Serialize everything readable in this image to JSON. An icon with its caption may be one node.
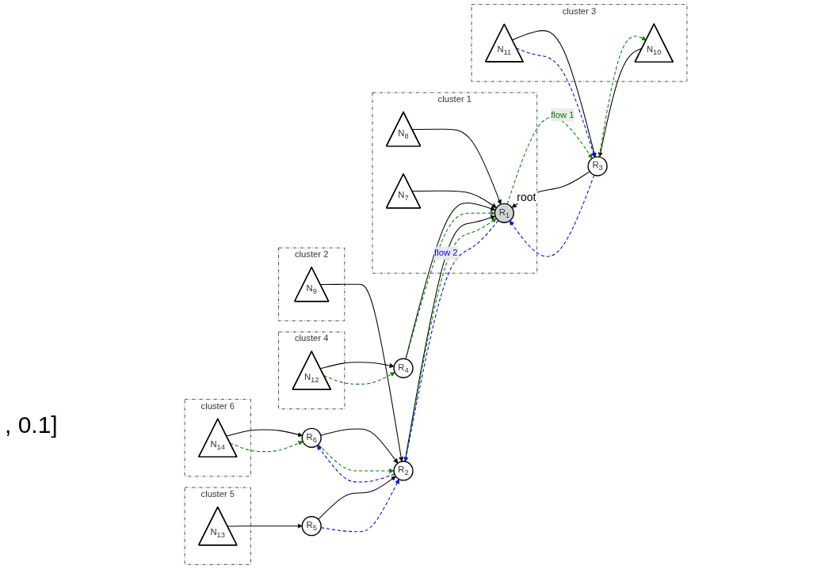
{
  "diagram": {
    "nodes": [
      {
        "text": [
          "cluster 6"
        ]
      },
      {
        "text": [
          "N$_{14}$"
        ],
        "in": 0
      },
      {
        "text": [
          "cluster 1"
        ]
      },
      {
        "text": [
          "N$_{8}$"
        ],
        "in": 2
      },
      {
        "text": [
          "R$_{1}$"
        ],
        "in": 2,
        "beside": [
          "root"
        ]
      },
      {
        "text": [
          "N$_{7}$"
        ],
        "in": 2
      },
      {
        "text": [
          "cluster 4"
        ]
      },
      {
        "text": [
          "N$_{12}$"
        ],
        "in": 6
      },
      {
        "text": [
          "R$_{4}$"
        ]
      },
      {
        "text": [
          "R$_{6}$"
        ]
      },
      {
        "text": [
          "cluster 2"
        ]
      },
      {
        "text": [
          "N$_{9}$"
        ],
        "in": 10
      },
      {
        "text": [
          "R$_{2}$"
        ]
      },
      {
        "text": [
          "R$_{3}$"
        ]
      },
      {
        "text": [
          "cluster 3"
        ]
      },
      {
        "text": [
          "N$_{10}$"
        ],
        "in": 14
      },
      {
        "text": [
          "N$_{11}$"
        ],
        "in": 14
      },
      {
        "text": [
          "R$_{5}$"
        ]
      },
      {
        "text": [
          "cluster 5"
        ]
      },
      {
        "text": [
          "N$_{13}$"
        ],
        "in": 18
      }
    ],
    "edges": [
      {
        "from": 1,
        "to": 9,
        "arrow": "to"
      },
      {
        "from": 9,
        "to": 12,
        "arrow": "to"
      },
      {
        "from": 11,
        "to": 12,
        "arrow": "to"
      },
      {
        "from": 17,
        "to": 12,
        "arrow": "to"
      },
      {
        "from": 12,
        "to": 4,
        "arrow": "to"
      },
      {
        "from": 3,
        "to": 4,
        "arrow": "to"
      },
      {
        "from": 5,
        "to": 4,
        "arrow": "to"
      },
      {
        "from": 8,
        "to": 4,
        "arrow": "to"
      },
      {
        "from": 7,
        "to": 8,
        "arrow": "to"
      },
      {
        "from": 13,
        "to": 4,
        "arrow": "to"
      },
      {
        "from": 16,
        "to": 13,
        "arrow": "to"
      },
      {
        "from": 15,
        "to": 13,
        "arrow": "to"
      },
      {
        "from": 19,
        "to": 17,
        "arrow": "to"
      },
      {
        "from": 1,
        "to": 9,
        "arrow": "to",
        "style": "dashed",
        "color": "#008000"
      },
      {
        "from": 9,
        "to": 12,
        "arrow": "to",
        "style": "dashed",
        "color": "#008000"
      },
      {
        "from": 12,
        "to": 4,
        "arrow": "to",
        "style": "dashed",
        "color": "#008000"
      },
      {
        "from": 7,
        "to": 8,
        "arrow": "to",
        "style": "dashed",
        "color": "#008000"
      },
      {
        "from": 8,
        "to": 4,
        "arrow": "to",
        "style": "dashed",
        "color": "#008000"
      },
      {
        "from": 4,
        "to": 13,
        "arrow": "to",
        "label": "flow 1",
        "style": "dashed",
        "color": "#008000"
      },
      {
        "from": 13,
        "to": 15,
        "arrow": "to",
        "style": "dashed",
        "color": "#008000"
      },
      {
        "from": 16,
        "to": 13,
        "arrow": "to",
        "style": "dashed",
        "color": "#0000ff"
      },
      {
        "from": 13,
        "to": 4,
        "arrow": "to",
        "style": "dashed",
        "color": "#0000ff"
      },
      {
        "from": 4,
        "to": 12,
        "arrow": "to",
        "label": "flow 2",
        "style": "dashed",
        "color": "#0000ff"
      },
      {
        "from": 17,
        "to": 12,
        "arrow": "to",
        "style": "dashed",
        "color": "#0000ff"
      },
      {
        "from": 12,
        "to": 9,
        "arrow": "to",
        "style": "dashed",
        "color": "#0000ff"
      }
    ],
    "labels": [
      ", 0.1]"
    ]
  }
}
